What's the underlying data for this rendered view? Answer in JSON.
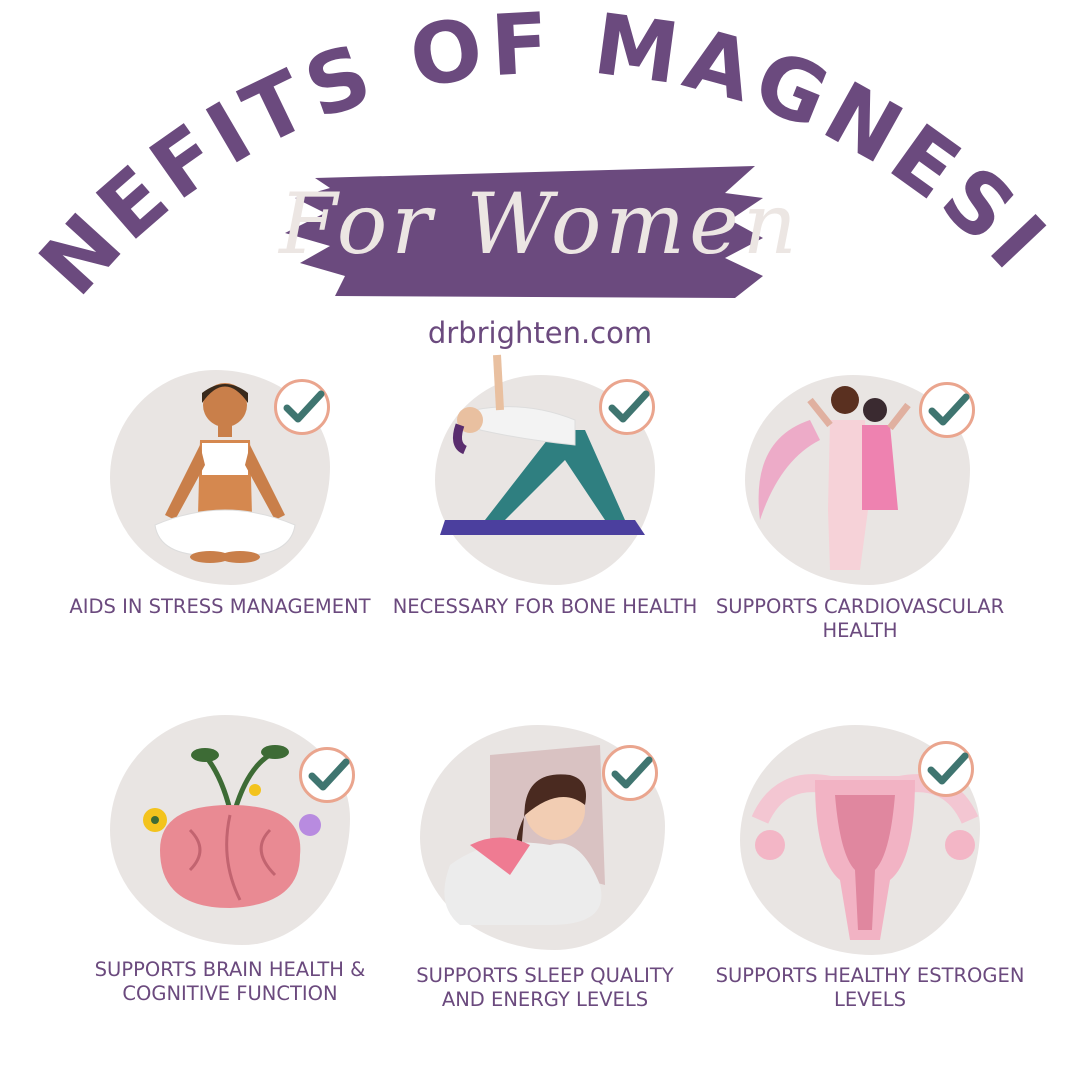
{
  "header": {
    "title": "BENEFITS OF MAGNESIUM",
    "subtitle": "For Women",
    "website": "drbrighten.com"
  },
  "colors": {
    "purple": "#6b4a7e",
    "blob": "#e9e5e3",
    "check_ring": "#eaa58e",
    "check": "#3f7570"
  },
  "benefits": [
    {
      "label": "Aids in stress management",
      "icon": "meditating-woman-illustration"
    },
    {
      "label": "Necessary for bone health",
      "icon": "yoga-triangle-pose-illustration"
    },
    {
      "label": "Supports cardiovascular health",
      "icon": "two-women-flexing-illustration"
    },
    {
      "label": "Supports brain health & cognitive function",
      "icon": "brain-with-flowers-illustration"
    },
    {
      "label": "Supports sleep quality and energy levels",
      "icon": "sleeping-woman-illustration"
    },
    {
      "label": "Supports healthy estrogen levels",
      "icon": "uterus-illustration"
    }
  ]
}
